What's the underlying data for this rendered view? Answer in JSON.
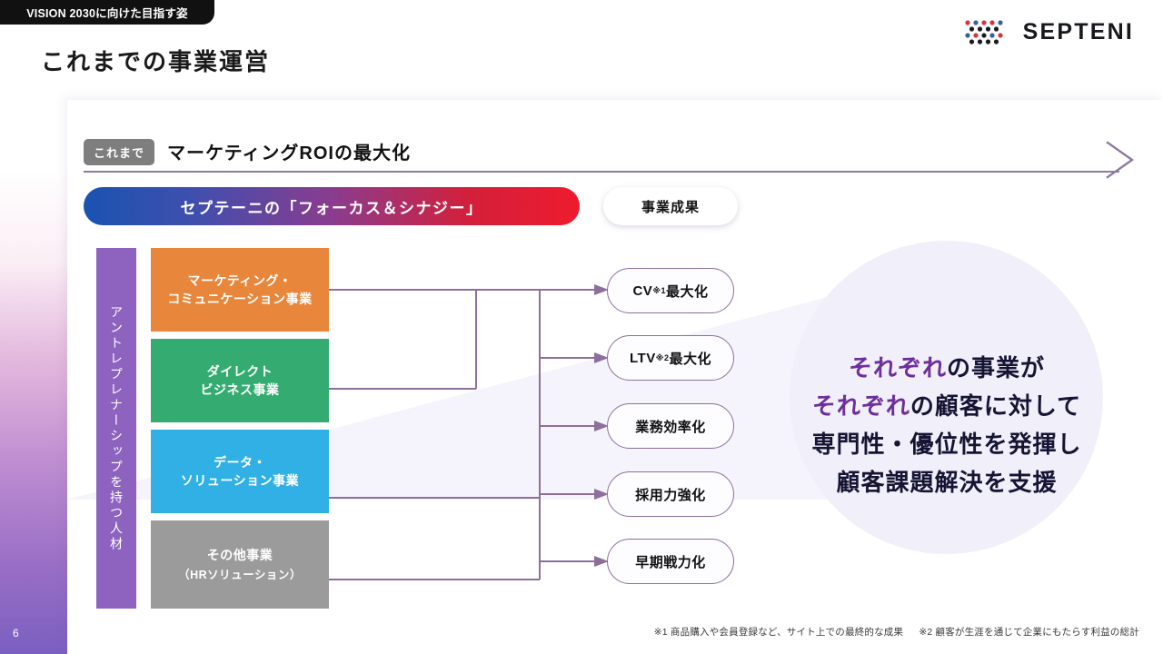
{
  "header": {
    "eyebrow": "VISION 2030に向けた目指す姿",
    "title": "これまでの事業運営",
    "logo_text": "SEPTENI",
    "logo_mark": "dot-matrix-logo"
  },
  "page_number": "6",
  "era": {
    "badge": "これまで",
    "headline": "マーケティングROIの最大化",
    "arrow": "right-arrow-icon"
  },
  "focus_bar": {
    "label": "セプテーニの「フォーカス＆シナジー」",
    "gradient_from": "#1a53b0",
    "gradient_to": "#ee1b2e"
  },
  "result_pill": {
    "label": "事業成果"
  },
  "entrepreneurship": {
    "label": "アントレプレナーシップを持つ人材",
    "color": "#8e63bf"
  },
  "business_units": [
    {
      "name": "マーケティング・",
      "name2": "コミュニケーション事業",
      "color": "#e8873b"
    },
    {
      "name": "ダイレクト",
      "name2": "ビジネス事業",
      "color": "#34ac71"
    },
    {
      "name": "データ・",
      "name2": "ソリューション事業",
      "color": "#31b0e5"
    },
    {
      "name": "その他事業",
      "name2": "（HRソリューション）",
      "color": "#9b9b9b"
    }
  ],
  "outcomes": [
    {
      "label": "CV",
      "note": "※1",
      "suffix": "最大化"
    },
    {
      "label": "LTV",
      "note": "※2",
      "suffix": "最大化"
    },
    {
      "label": "業務効率化",
      "note": "",
      "suffix": ""
    },
    {
      "label": "採用力強化",
      "note": "",
      "suffix": ""
    },
    {
      "label": "早期戦力化",
      "note": "",
      "suffix": ""
    }
  ],
  "message": {
    "line1_hl": "それぞれ",
    "line1_rest": "の事業が",
    "line2_hl": "それぞれ",
    "line2_rest": "の顧客に対して",
    "line3": "専門性・優位性を発揮し",
    "line4": "顧客課題解決を支援",
    "highlight_color": "#6d2f9c"
  },
  "footnotes": [
    "※1 商品購入や会員登録など、サイト上での最終的な成果",
    "※2 顧客が生涯を通じて企業にもたらす利益の総計"
  ]
}
